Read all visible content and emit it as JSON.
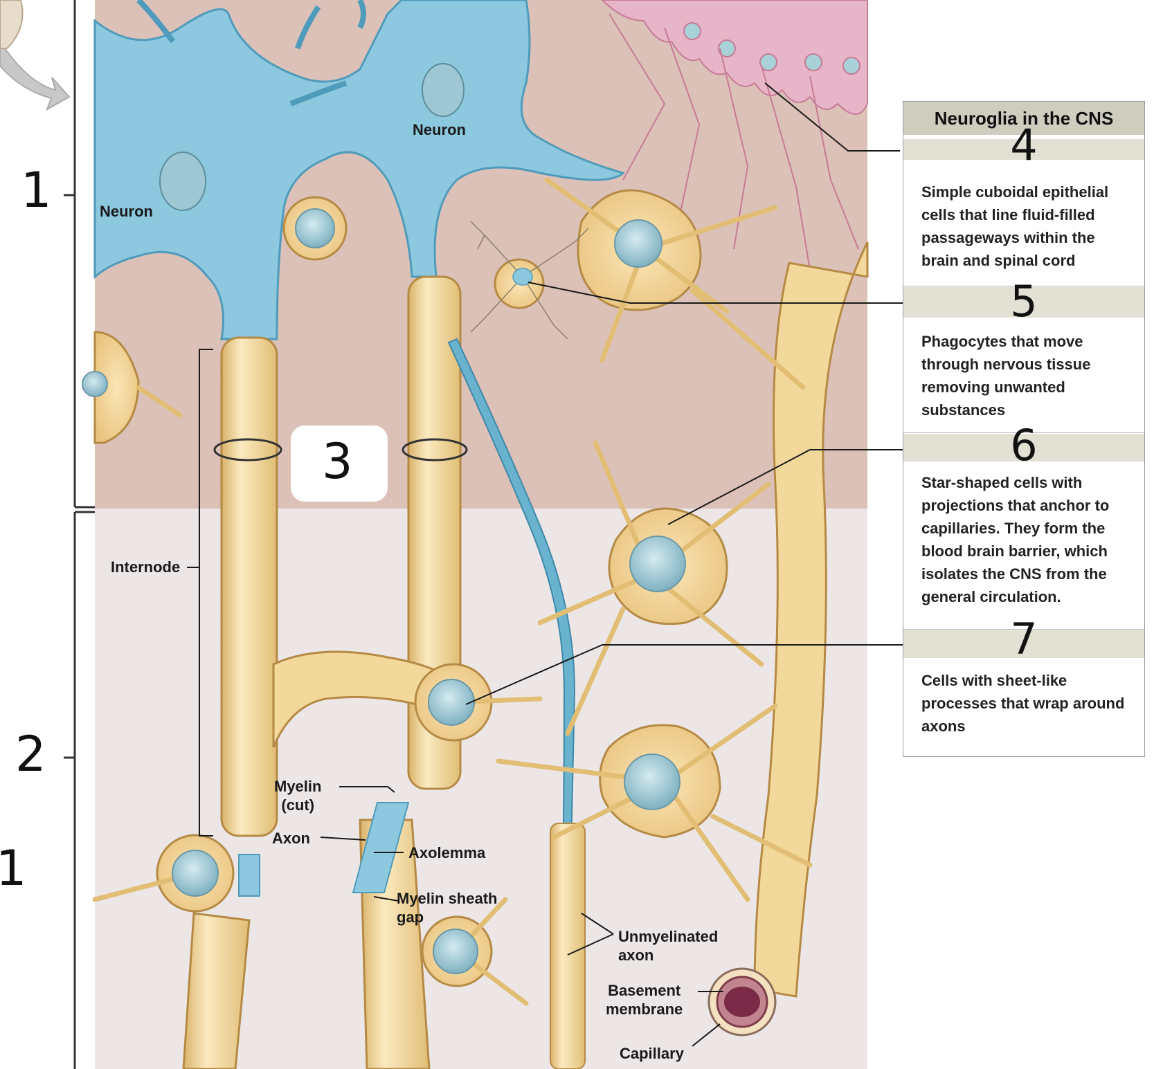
{
  "labels": {
    "neuron_top": "Neuron",
    "neuron_left": "Neuron",
    "internode": "Internode",
    "myelin_cut": "Myelin\n(cut)",
    "axon": "Axon",
    "axolemma": "Axolemma",
    "myelin_sheath_gap": "Myelin sheath\ngap",
    "unmyelinated_axon": "Unmyelinated\naxon",
    "basement_membrane": "Basement\nmembrane",
    "capillary": "Capillary"
  },
  "handwritten": {
    "n1": "1",
    "n2": "2",
    "n3": "3",
    "edge_mark": "1"
  },
  "panel": {
    "title": "Neuroglia in the CNS",
    "entries": [
      {
        "number": "4",
        "description": "Simple cuboidal epithelial cells that line fluid-filled passageways within the brain and spinal cord"
      },
      {
        "number": "5",
        "description": "Phagocytes that move through nervous tissue removing unwanted substances"
      },
      {
        "number": "6",
        "description": "Star-shaped cells with projections that anchor to capillaries. They form the blood brain barrier, which isolates the CNS from the general circulation."
      },
      {
        "number": "7",
        "description": "Cells with sheet-like processes that wrap around axons"
      }
    ]
  },
  "colors": {
    "neuron_blue": "#8cc8de",
    "glia_yellow": "#f2d89a",
    "tissue_pink": "#dcc1b8",
    "tissue_grey": "#ece6e6",
    "ependymal_pink": "#e6b6c8",
    "nucleus_blue": "#9cc7d3"
  }
}
